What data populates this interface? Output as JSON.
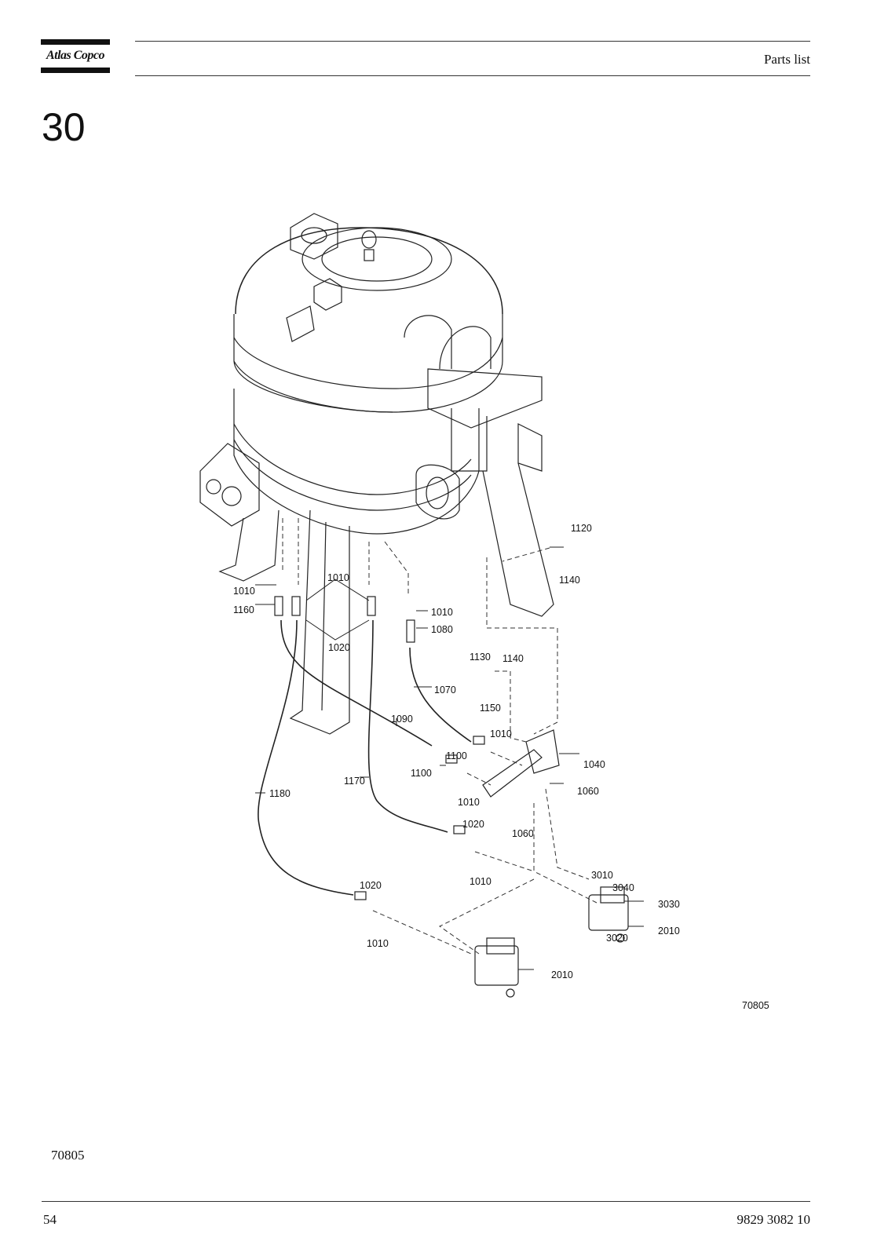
{
  "header": {
    "brand": "Atlas Copco",
    "section": "Parts list"
  },
  "chapter_number": "30",
  "drawing": {
    "figure_id": "70805",
    "callouts": {
      "c1120": "1120",
      "c1140a": "1140",
      "c1010a": "1010",
      "c1010b": "1010",
      "c1160": "1160",
      "c1010c": "1010",
      "c1080": "1080",
      "c1020a": "1020",
      "c1130": "1130",
      "c1140b": "1140",
      "c1150": "1150",
      "c1070": "1070",
      "c1090": "1090",
      "c1010d": "1010",
      "c1100a": "1100",
      "c1040": "1040",
      "c1100b": "1100",
      "c1170": "1170",
      "c1180": "1180",
      "c1010e": "1010",
      "c1060a": "1060",
      "c1020b": "1020",
      "c1060b": "1060",
      "c1010f": "1010",
      "c3010": "3010",
      "c3040": "3040",
      "c3030": "3030",
      "c1020c": "1020",
      "c3020": "3020",
      "c2010a": "2010",
      "c1010g": "1010",
      "c2010b": "2010"
    }
  },
  "footer": {
    "figure_ref": "70805",
    "page_number": "54",
    "document_number": "9829 3082 10"
  }
}
